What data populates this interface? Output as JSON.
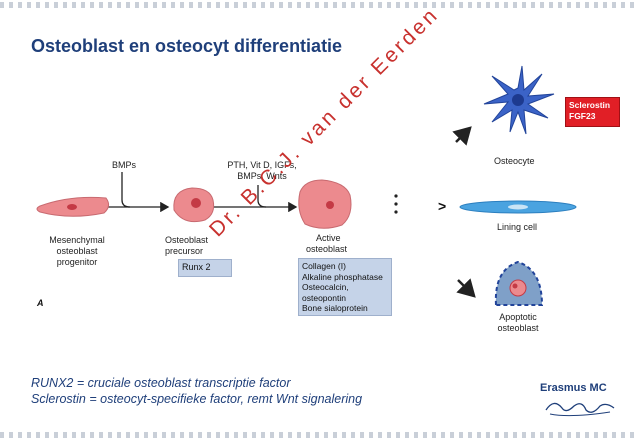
{
  "title": "Osteoblast en osteocyt differentiatie",
  "panel_letter": "A",
  "stages": {
    "mesenchymal": [
      "Mesenchymal",
      "osteoblast",
      "progenitor"
    ],
    "precursor": [
      "Osteoblast",
      "precursor"
    ],
    "active": [
      "Active",
      "osteoblast"
    ]
  },
  "signals": {
    "bmps": "BMPs",
    "pth": [
      "PTH, Vit D, IGFs,",
      "BMPs, Wnts"
    ]
  },
  "markers": {
    "runx": "Runx 2",
    "active": [
      "Collagen (I)",
      "Alkaline phosphatase",
      "Osteocalcin, osteopontin",
      "Bone sialoprotein"
    ]
  },
  "fates": {
    "osteocyte": "Osteocyte",
    "lining": "Lining cell",
    "apoptotic": [
      "Apoptotic",
      "osteoblast"
    ]
  },
  "gt_symbol": ">",
  "sclerostin_box": [
    "Sclerostin",
    "FGF23"
  ],
  "watermark": "Dr. B.C.J. van der Eerden",
  "footer": [
    "RUNX2 = cruciale osteoblast transcriptie factor",
    "Sclerostin = osteocyt-specifieke factor, remt Wnt signalering"
  ],
  "logo": "Erasmus MC",
  "colors": {
    "title": "#1f3f7a",
    "cell_fill": "#ec8a8e",
    "nucleus": "#c43a45",
    "marker_box": "#c5d3e8",
    "osteocyte": "#3b63c7",
    "lining": "#4aa3e0",
    "watermark": "#c8312e",
    "sclerostin_box": "#e11f26"
  }
}
